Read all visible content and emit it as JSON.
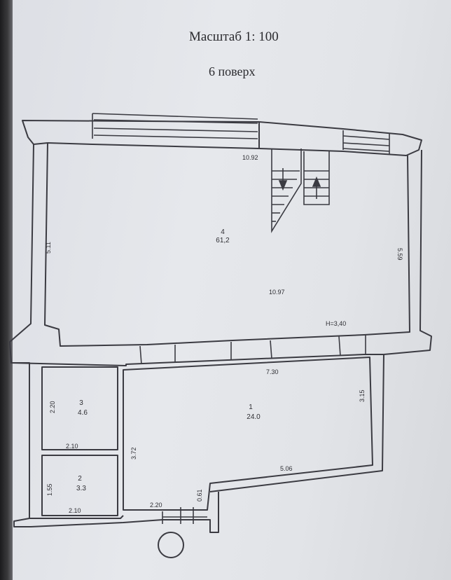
{
  "header": {
    "scale": "Масштаб 1: 100",
    "floor": "6 поверх"
  },
  "rooms": [
    {
      "number": "4",
      "area": "61,2"
    },
    {
      "number": "1",
      "area": "24.0"
    },
    {
      "number": "3",
      "area": "4.6"
    },
    {
      "number": "2",
      "area": "3.3"
    }
  ],
  "dimensions": {
    "top_width": "10.92",
    "bottom_width": "10.97",
    "left_height": "5.11",
    "right_height": "5.59",
    "ceiling_height": "H=3,40",
    "room1_top": "7.30",
    "room1_right": "3.15",
    "room1_diagonal": "5.06",
    "room1_left": "3.72",
    "room1_bottom": "2.20",
    "room1_step": "0.61",
    "room3_height": "2.20",
    "room3_width": "2.10",
    "room2_height": "1.55",
    "room2_width": "2.10"
  }
}
